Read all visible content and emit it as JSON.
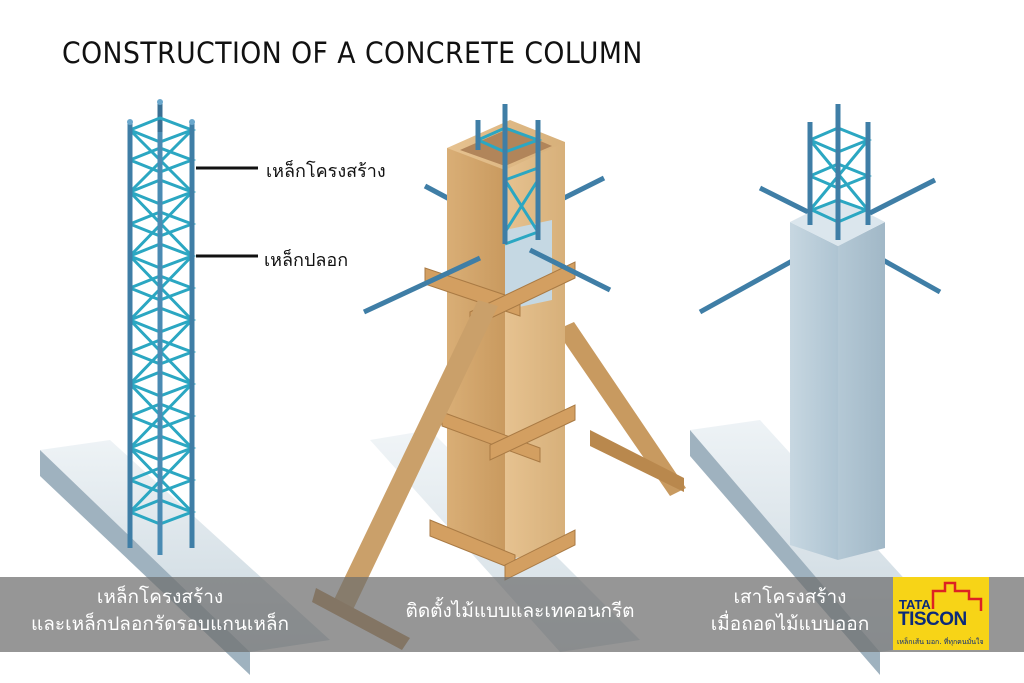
{
  "title": "CONSTRUCTION OF A CONCRETE COLUMN",
  "callouts": {
    "main_bar": "เหล็กโครงสร้าง",
    "stirrup": "เหล็กปลอก"
  },
  "captions": {
    "stage1_line1": "เหล็กโครงสร้าง",
    "stage1_line2": "และเหล็กปลอกรัดรอบแกนเหล็ก",
    "stage2": "ติดตั้งไม้แบบและเทคอนกรีต",
    "stage3_line1": "เสาโครงสร้าง",
    "stage3_line2": "เมื่อถอดไม้แบบออก"
  },
  "logo": {
    "line1": "TATA",
    "line2": "TISCON",
    "tagline": "เหล็กเส้น มอก. ที่ทุกคนมั่นใจ"
  },
  "colors": {
    "rebar": "#3f7ea6",
    "stirrup": "#2ba7c2",
    "wood": "#d8ad74",
    "concrete": "#b9cdd9",
    "logo_bg": "#f7d417",
    "logo_text": "#0b2a7a"
  }
}
